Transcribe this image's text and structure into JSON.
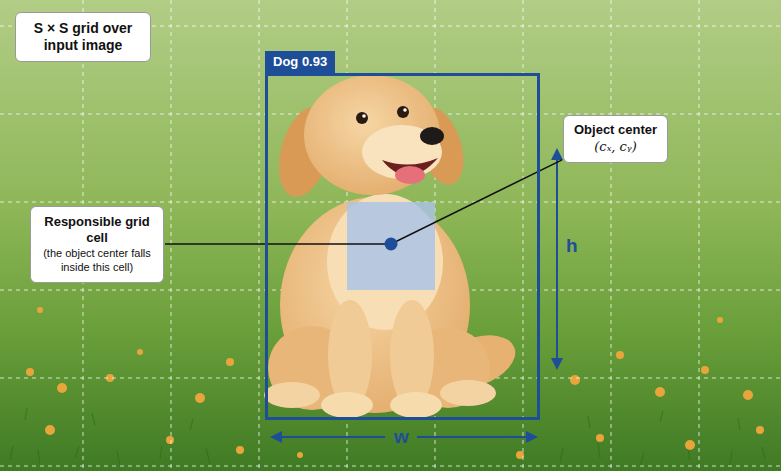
{
  "diagram": {
    "nodes": [
      {
        "text": [
          "S × S grid over input image"
        ]
      },
      {
        "text": [
          "Dog 0.93"
        ]
      },
      {
        "text": [
          "Object center",
          "(cₓ, cᵧ)"
        ]
      },
      {
        "text": [
          "Responsible grid cell",
          "(the object center falls inside this cell)"
        ]
      }
    ],
    "labels": [
      "h",
      "w"
    ]
  }
}
